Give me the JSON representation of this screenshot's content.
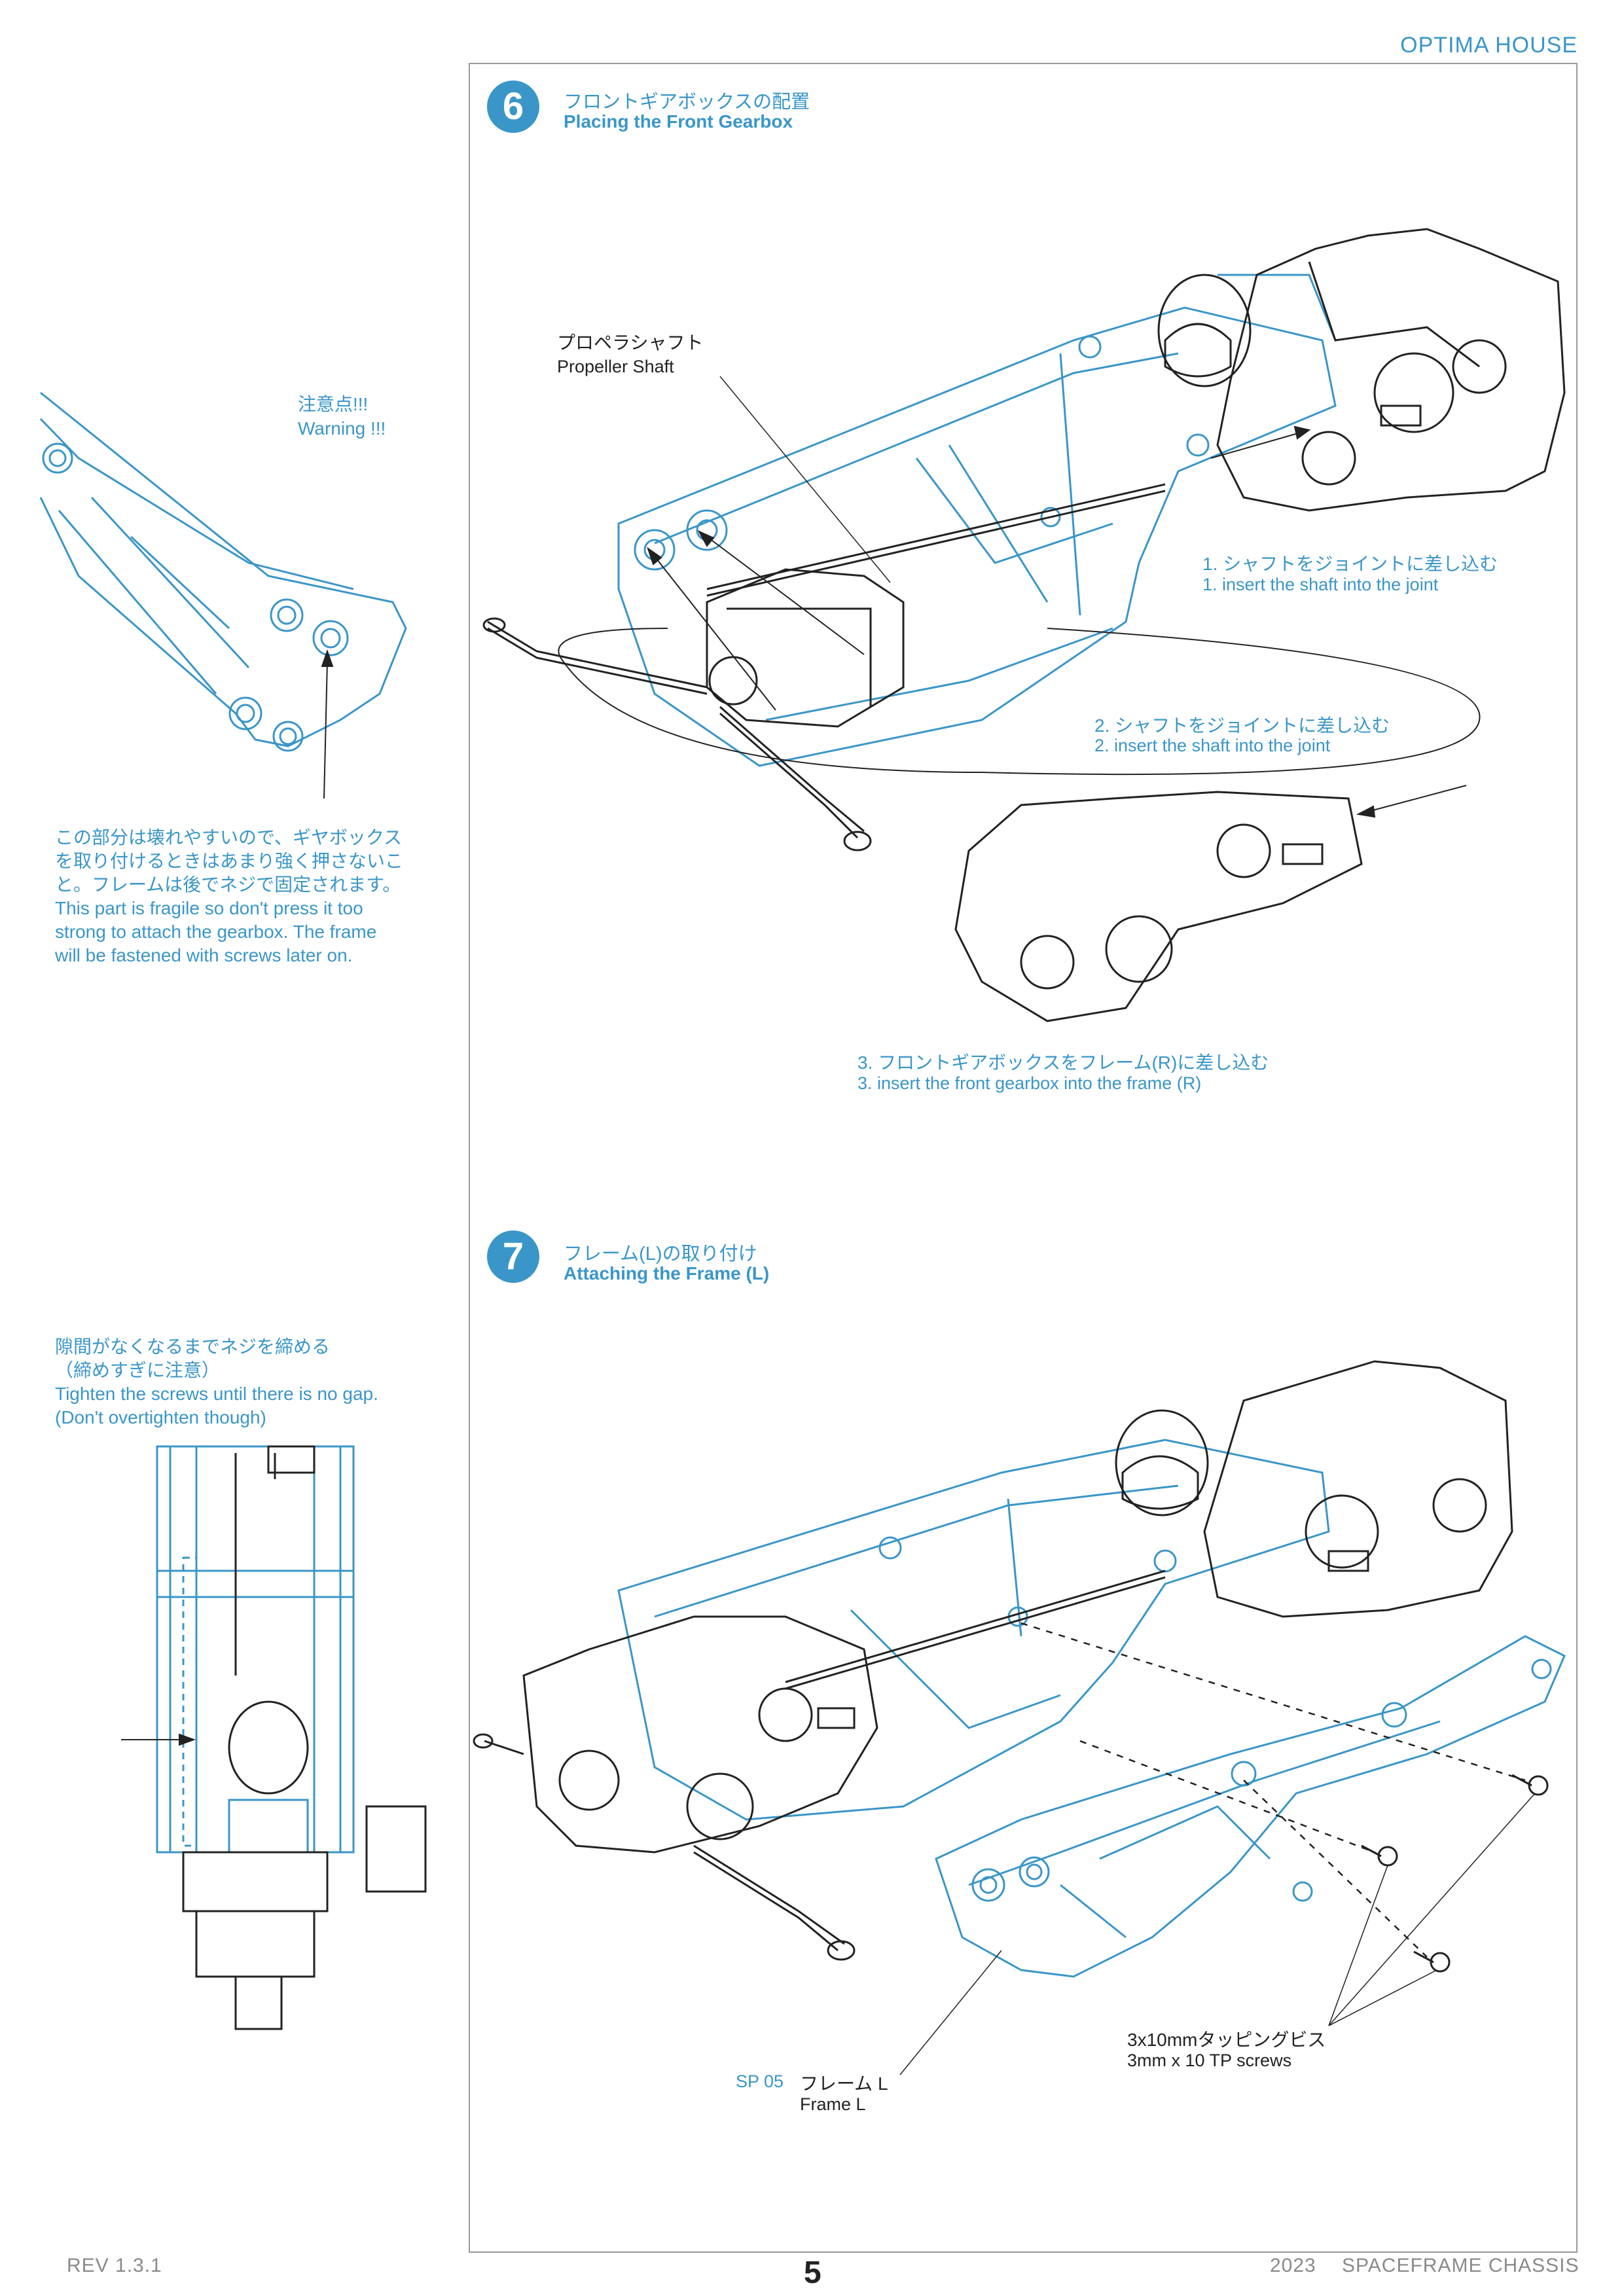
{
  "header": {
    "brand": "OPTIMA HOUSE"
  },
  "step6": {
    "number": "6",
    "title_jp": "フロントギアボックスの配置",
    "title_en": "Placing the Front Gearbox",
    "propeller_jp": "プロペラシャフト",
    "propeller_en": "Propeller Shaft",
    "instr1_jp": "1.  シャフトをジョイントに差し込む",
    "instr1_en": "1. insert the shaft into the joint",
    "instr2_jp": "2.  シャフトをジョイントに差し込む",
    "instr2_en": "2. insert the shaft into the joint",
    "instr3_jp": "3.  フロントギアボックスをフレーム(R)に差し込む",
    "instr3_en": "3. insert the front gearbox into the frame (R)"
  },
  "warning": {
    "title_jp": "注意点!!!",
    "title_en": "Warning !!!",
    "line1_jp": "この部分は壊れやすいので、ギヤボックス",
    "line2_jp": "を取り付けるときはあまり強く押さないこ",
    "line3_jp": "と。フレームは後でネジで固定されます。",
    "line1_en": "This part is fragile so don't press it too",
    "line2_en": "strong to attach the gearbox. The frame",
    "line3_en": "will be fastened with screws later on."
  },
  "step7": {
    "number": "7",
    "title_jp": "フレーム(L)の取り付け",
    "title_en": "Attaching the Frame (L)",
    "screws_jp": "3x10mmタッピングビス",
    "screws_en": "3mm x 10 TP screws",
    "part_code": "SP 05",
    "part_jp": "フレーム  L",
    "part_en": "Frame L"
  },
  "tighten": {
    "line1_jp": "隙間がなくなるまでネジを締める",
    "line2_jp": "（締めすぎに注意）",
    "line1_en": "Tighten the screws until there is no gap.",
    "line2_en": "(Don't overtighten though)"
  },
  "footer": {
    "revision": "REV 1.3.1",
    "page": "5",
    "year": "2023",
    "product": "SPACEFRAME  CHASSIS"
  },
  "colors": {
    "accent": "#3a96c8",
    "ink": "#222222",
    "frame": "#3a96c8",
    "muted": "#8a8a8a"
  }
}
